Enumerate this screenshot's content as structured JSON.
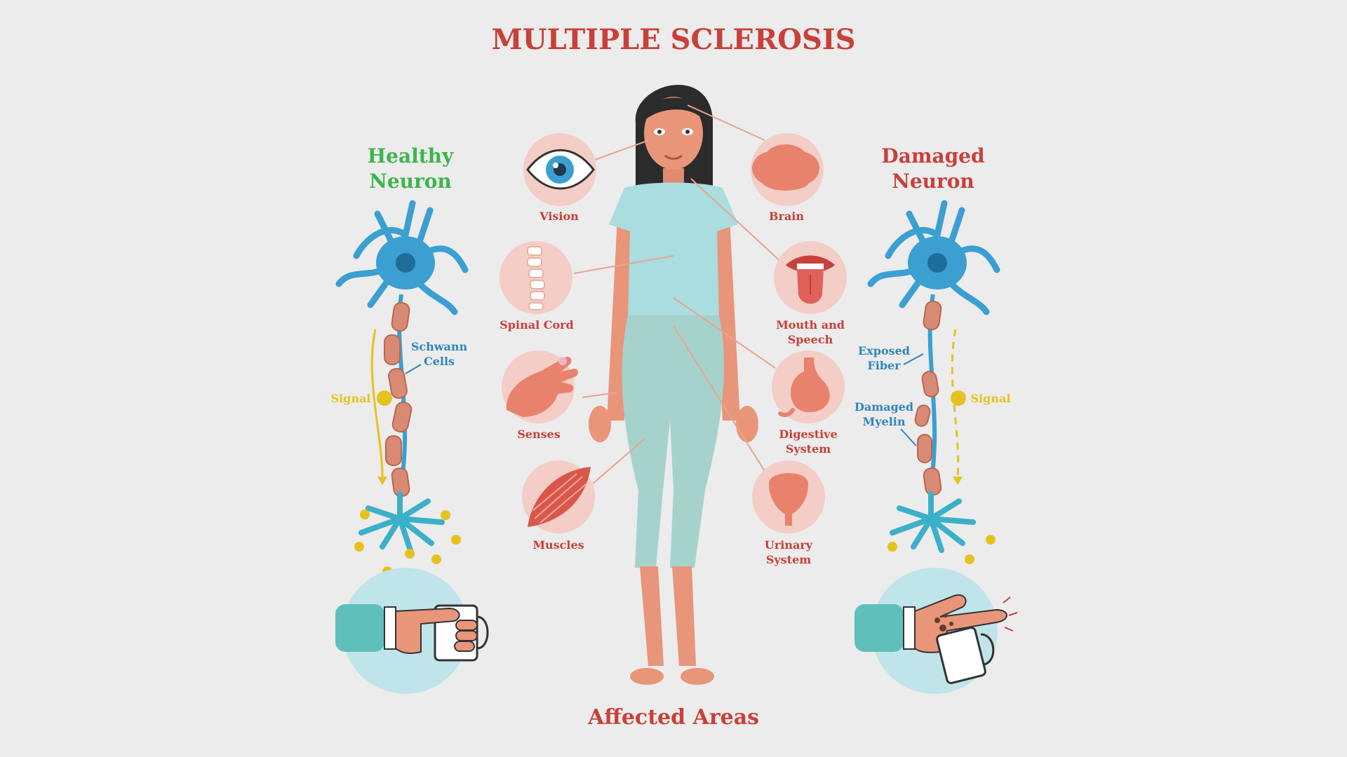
{
  "title": "MULTIPLE SCLEROSIS",
  "footer": "Affected Areas",
  "healthy": {
    "title_line1": "Healthy",
    "title_line2": "Neuron",
    "schwann_line1": "Schwann",
    "schwann_line2": "Cells",
    "signal": "Signal"
  },
  "damaged": {
    "title_line1": "Damaged",
    "title_line2": "Neuron",
    "exposed_line1": "Exposed",
    "exposed_line2": "Fiber",
    "myelin_line1": "Damaged",
    "myelin_line2": "Myelin",
    "signal": "Signal"
  },
  "areas": {
    "vision": "Vision",
    "brain": "Brain",
    "spinal": "Spinal Cord",
    "mouth_line1": "Mouth and",
    "mouth_line2": "Speech",
    "senses": "Senses",
    "digestive_line1": "Digestive",
    "digestive_line2": "System",
    "muscles": "Muscles",
    "urinary_line1": "Urinary",
    "urinary_line2": "System"
  },
  "colors": {
    "title_red": "#c8403a",
    "healthy_green": "#3cb54a",
    "neuron_blue": "#3b9fd1",
    "signal_yellow": "#e5c21f",
    "label_blue": "#2f86b8",
    "organ_circle": "#f3cdc6",
    "skin": "#e8957a",
    "shirt": "#a9dde0",
    "pants": "#a6d2cc"
  }
}
